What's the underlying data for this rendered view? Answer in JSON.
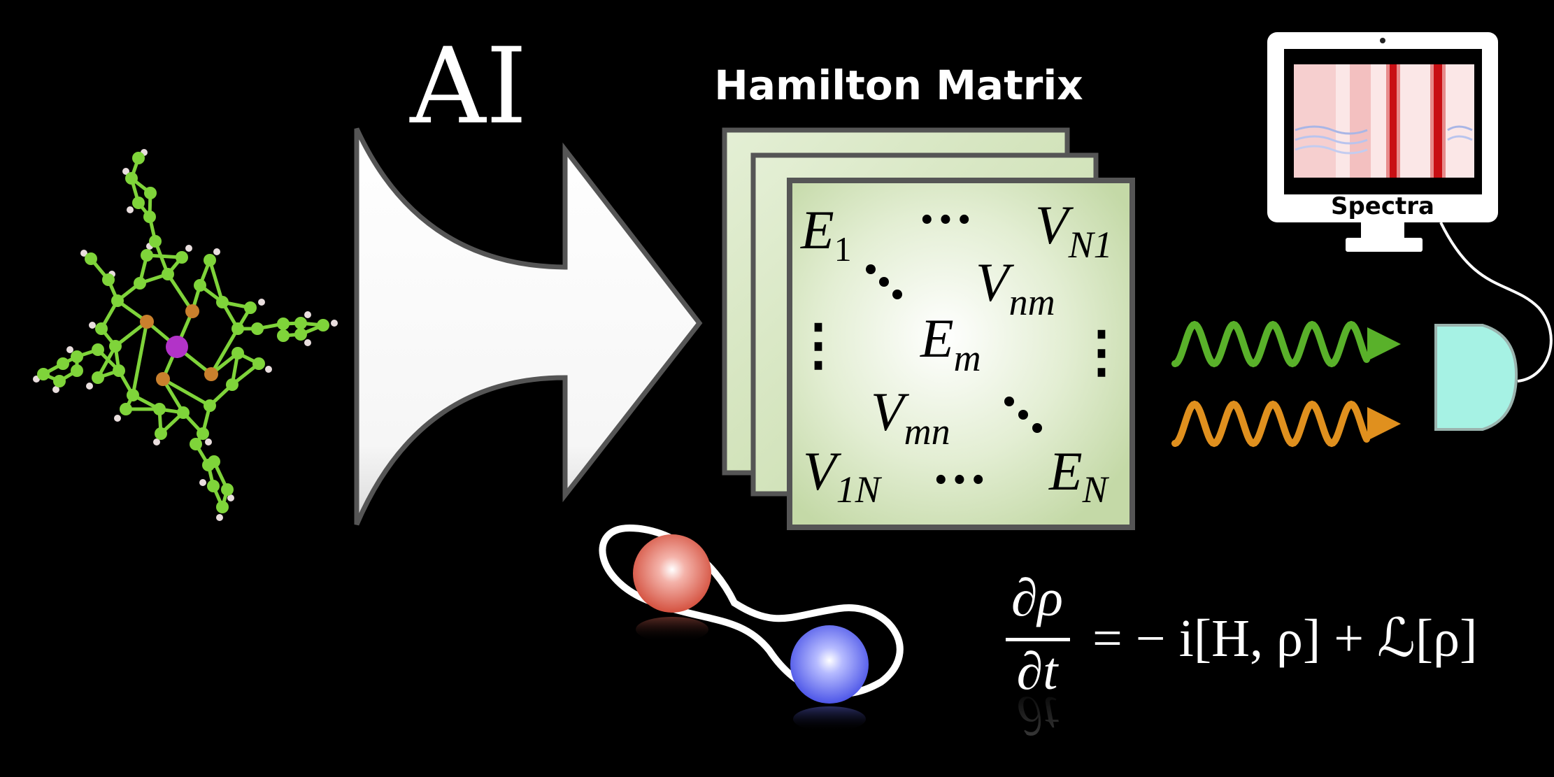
{
  "ai_label": "AI",
  "matrix": {
    "title": "Hamilton Matrix",
    "entries": {
      "e1_base": "E",
      "e1_sub": "1",
      "top_dots": "···",
      "vn1_base": "V",
      "vn1_sub": "N1",
      "vnm_base": "V",
      "vnm_sub": "nm",
      "left_dots": "⋮",
      "em_base": "E",
      "em_sub": "m",
      "right_dots": "⋮",
      "vmn_base": "V",
      "vmn_sub": "mn",
      "v1n_base": "V",
      "v1n_sub": "1N",
      "bottom_dots": "···",
      "en_base": "E",
      "en_sub": "N"
    }
  },
  "monitor": {
    "label": "Spectra"
  },
  "equation": {
    "numerator": "∂ρ",
    "denominator": "∂t",
    "rhs": "= − i[H, ρ] + ℒ[ρ]"
  },
  "colors": {
    "background": "#000000",
    "molecule_carbon": "#7fd43a",
    "molecule_bond": "#7fd43a",
    "molecule_nitrogen": "#c9802d",
    "molecule_metal": "#b233c8",
    "molecule_hydrogen": "#e9dede",
    "matrix_fill": "#cfe2b4",
    "matrix_border": "#555555",
    "wave_green": "#59b12a",
    "wave_orange": "#e0901e",
    "detector": "#a6f2e4",
    "sphere_red": "#e66a5e",
    "sphere_blue": "#6d77f2",
    "spectra_red": "#c80f14"
  }
}
